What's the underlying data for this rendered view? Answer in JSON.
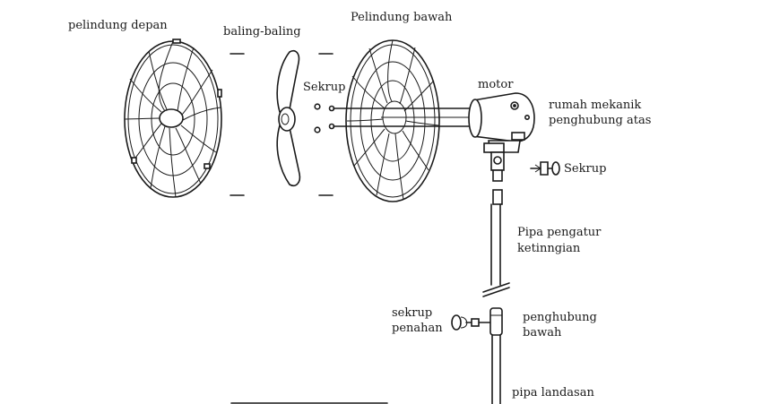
{
  "labels": {
    "front_guard": "pelindung depan",
    "blade": "baling-baling",
    "rear_guard": "Pelindung bawah",
    "screw_top": "Sekrup",
    "motor": "motor",
    "mech_housing": "rumah mekanik",
    "upper_connector": "penghubung atas",
    "screw_right": "Sekrup",
    "height_pipe_line1": "Pipa pengatur",
    "height_pipe_line2": "ketinngian",
    "retaining_screw_line1": "sekrup",
    "retaining_screw_line2": "penahan",
    "lower_connector_line1": "penghubung",
    "lower_connector_line2": "bawah",
    "base_pipe": "pipa landasan"
  },
  "colors": {
    "ink": "#1a1a1a",
    "paper": "#ffffff"
  }
}
